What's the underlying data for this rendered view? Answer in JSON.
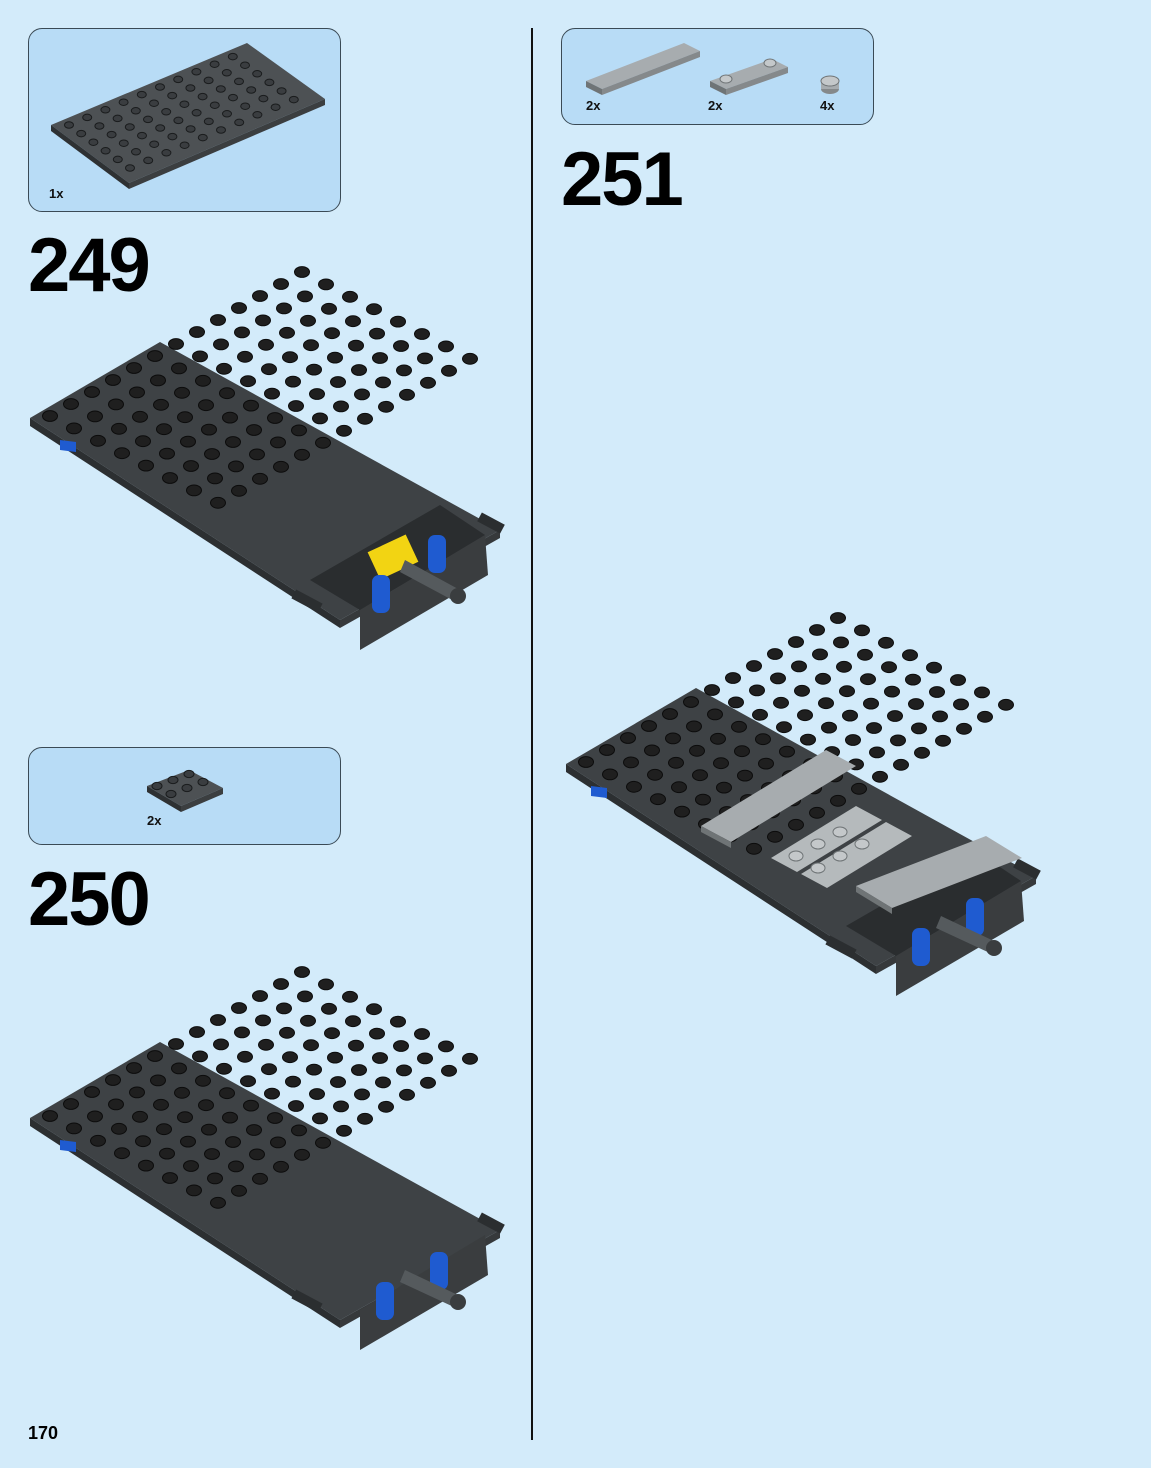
{
  "page": {
    "number": "170"
  },
  "steps": [
    {
      "number": "249",
      "parts": [
        {
          "name": "plate-6x10",
          "qty": "1x"
        }
      ]
    },
    {
      "number": "250",
      "parts": [
        {
          "name": "plate-2x3",
          "qty": "2x"
        }
      ]
    },
    {
      "number": "251",
      "parts": [
        {
          "name": "tile-1x6",
          "qty": "2x"
        },
        {
          "name": "plate-1x4-2-studs",
          "qty": "2x"
        },
        {
          "name": "plate-round-1x1",
          "qty": "4x"
        }
      ]
    }
  ],
  "colors": {
    "background": "#d3ebfa",
    "parts_box": "#b8dcf6",
    "dark_gray": "#4d5154",
    "black": "#1f1f1f",
    "light_gray": "#9ea3a6",
    "blue": "#1f5bd0",
    "yellow": "#f2d413"
  }
}
